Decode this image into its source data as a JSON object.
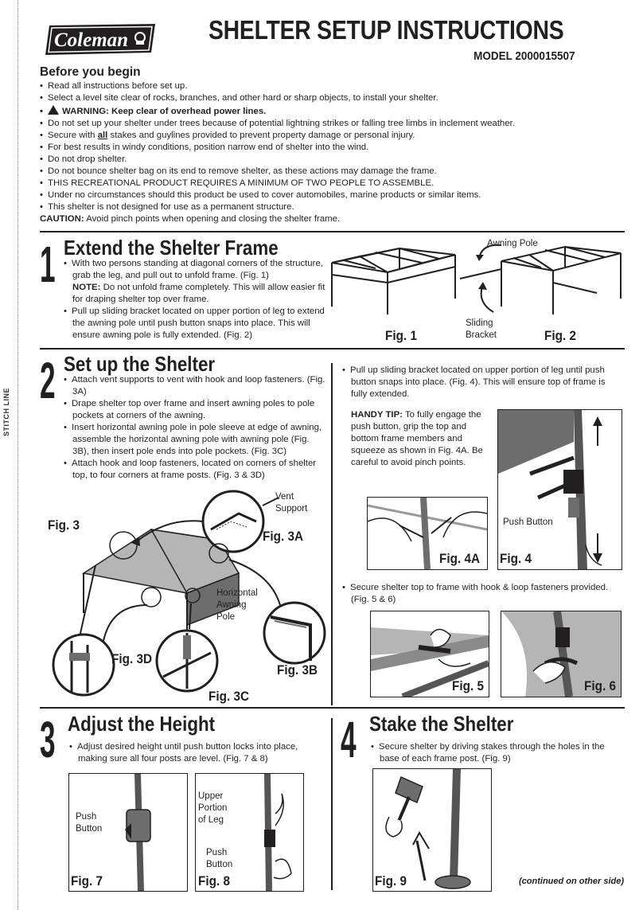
{
  "brand": "Coleman",
  "sidebar_label": "STITCH LINE",
  "title": "SHELTER SETUP INSTRUCTIONS",
  "model": "MODEL 2000015507",
  "before": {
    "heading": "Before you begin",
    "items": [
      "Read all instructions before set up.",
      "Select a level site clear of rocks, branches, and other hard or sharp objects, to install your shelter.",
      "WARNING: Keep clear of overhead power lines.",
      "Do not set up your shelter under trees because of potential lightning strikes or falling tree limbs in inclement weather.",
      "Secure with ",
      "all",
      " stakes and guylines provided to prevent property damage or personal injury.",
      "For best results in windy conditions, position narrow end of shelter into the wind.",
      "Do not drop shelter.",
      "Do not bounce shelter bag on its end to remove shelter, as these actions may damage the frame.",
      "THIS RECREATIONAL PRODUCT REQUIRES A MINIMUM OF TWO PEOPLE TO ASSEMBLE.",
      "Under no circumstances should this product be used to cover automobiles, marine products or similar items.",
      "This shelter is not designed for use as a permanent structure."
    ],
    "caution_label": "CAUTION:",
    "caution_text": " Avoid pinch points when opening and closing the shelter frame."
  },
  "step1": {
    "number": "1",
    "heading": "Extend the Shelter Frame",
    "b1": "With two persons standing at diagonal corners of the structure, grab the leg, and pull out to unfold frame. (Fig. 1)",
    "note_label": "NOTE:",
    "note_text": " Do not unfold frame completely. This will allow easier fit for draping shelter top over frame.",
    "b2": "Pull up sliding bracket located on upper portion of leg to extend the awning pole until push button snaps into place. This will ensure awning pole is fully extended. (Fig. 2)",
    "fig1": "Fig. 1",
    "fig2": "Fig. 2",
    "awning_pole": "Awning Pole",
    "sliding": "Sliding",
    "bracket": "Bracket"
  },
  "step2": {
    "number": "2",
    "heading": "Set up the Shelter",
    "b1": "Attach vent supports to vent with hook and loop fasteners. (Fig. 3A)",
    "b2": "Drape shelter top over frame and insert awning poles to pole pockets at corners of the awning.",
    "b3": "Insert horizontal awning pole in pole sleeve at edge of awning, assemble the horizontal awning pole with awning pole (Fig. 3B), then insert pole ends into pole pockets. (Fig. 3C)",
    "b4": "Attach hook and loop fasteners, located on corners of shelter top, to four corners at frame posts. (Fig. 3 & 3D)",
    "r1": "Pull up sliding bracket located on upper portion of leg until push button snaps into place. (Fig. 4). This will ensure top of frame is fully extended.",
    "tip_label": "HANDY TIP:",
    "tip_text": " To fully engage the push button, grip the top and bottom frame members and squeeze as shown in Fig. 4A. Be careful to avoid pinch points.",
    "r2": "Secure shelter top to frame with hook & loop fasteners provided. (Fig. 5 & 6)",
    "fig3": "Fig. 3",
    "fig3a": "Fig. 3A",
    "fig3b": "Fig. 3B",
    "fig3c": "Fig. 3C",
    "fig3d": "Fig. 3D",
    "fig4": "Fig. 4",
    "fig4a": "Fig. 4A",
    "fig5": "Fig. 5",
    "fig6": "Fig. 6",
    "vent": "Vent",
    "support": "Support",
    "horizontal": "Horizontal",
    "awning": "Awning",
    "pole": "Pole",
    "push_button": "Push Button"
  },
  "step3": {
    "number": "3",
    "heading": "Adjust the Height",
    "b1": "Adjust desired height until push button locks into place, making sure all four posts are level. (Fig. 7 & 8)",
    "fig7": "Fig. 7",
    "fig8": "Fig. 8",
    "push": "Push",
    "button": "Button",
    "upper": "Upper",
    "portion": "Portion",
    "of_leg": "of Leg"
  },
  "step4": {
    "number": "4",
    "heading": "Stake the Shelter",
    "b1": "Secure shelter by driving stakes through the holes in the base of each frame post. (Fig. 9)",
    "fig9": "Fig. 9"
  },
  "footer": "(continued on other side)",
  "colors": {
    "ink": "#231f20",
    "canopy": "#b5b5b5",
    "awning": "#6d6d6d"
  }
}
